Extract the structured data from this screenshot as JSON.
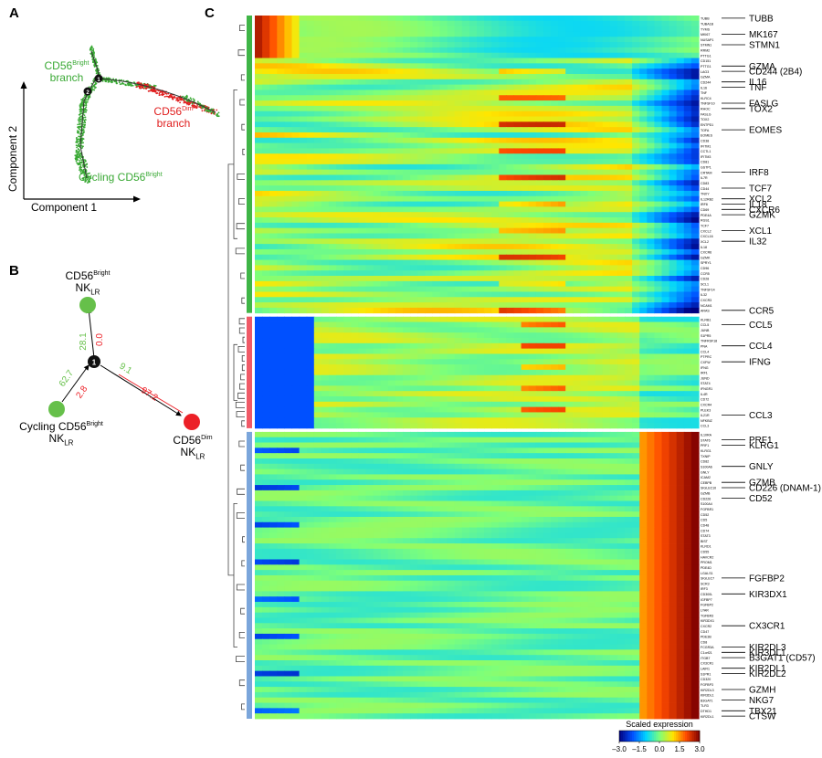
{
  "panels": {
    "a": "A",
    "b": "B",
    "c": "C"
  },
  "panel_a": {
    "x_axis_label": "Component 1",
    "y_axis_label": "Component 2",
    "branch_bright_label": "CD56",
    "branch_bright_sup": "Bright",
    "branch_word": "branch",
    "branch_dim_label": "CD56",
    "branch_dim_sup": "Dim",
    "cycling_label": "Cycling CD56",
    "cycling_sup": "Bright",
    "node_1": "1",
    "node_2": "2",
    "colors": {
      "bright": "#3aa935",
      "dim": "#e02020"
    }
  },
  "panel_b": {
    "center_node": "1",
    "bright_name": "CD56",
    "bright_sup": "Bright",
    "cycling_name": "Cycling CD56",
    "cycling_sup": "Bright",
    "dim_name": "CD56",
    "dim_sup": "Dim",
    "nk_main": "NK",
    "nk_sub": "LR",
    "edges": {
      "center_to_bright": "28.1",
      "bright_to_center": "0.0",
      "cycling_to_center": "62.7",
      "center_to_cycling": "2.8",
      "center_to_dim": "9.1",
      "dim_edge_red": "97.2"
    },
    "colors": {
      "green": "#66c04a",
      "red": "#ec2027",
      "node": "#111111"
    }
  },
  "chart_data": {
    "type": "heatmap",
    "title": "",
    "xlabel": "",
    "ylabel": "",
    "colorbar": {
      "label": "Scaled expression",
      "ticks": [
        "–3.0",
        "–1.5",
        "0.0",
        "1.5",
        "3.0"
      ],
      "range": [
        -3.0,
        3.0
      ],
      "colormap": [
        "#00007f",
        "#0050ff",
        "#00d4ff",
        "#7dff7a",
        "#ffe600",
        "#ff4a00",
        "#7f0000"
      ]
    },
    "cluster_colors": [
      "#3fb547",
      "#f05a67",
      "#7ba6db"
    ],
    "cluster_row_counts": [
      56,
      21,
      54
    ],
    "labeled_genes": [
      {
        "gene": "TUBB",
        "cluster": 0,
        "row": 0
      },
      {
        "gene": "MK167",
        "cluster": 0,
        "row": 3
      },
      {
        "gene": "STMN1",
        "cluster": 0,
        "row": 5
      },
      {
        "gene": "GZMA",
        "cluster": 0,
        "row": 9
      },
      {
        "gene": "CD244 (2B4)",
        "cluster": 0,
        "row": 10
      },
      {
        "gene": "IL16",
        "cluster": 0,
        "row": 12
      },
      {
        "gene": "TNF",
        "cluster": 0,
        "row": 13
      },
      {
        "gene": "FASLG",
        "cluster": 0,
        "row": 16
      },
      {
        "gene": "TOX2",
        "cluster": 0,
        "row": 17
      },
      {
        "gene": "EOMES",
        "cluster": 0,
        "row": 21
      },
      {
        "gene": "IRF8",
        "cluster": 0,
        "row": 29
      },
      {
        "gene": "TCF7",
        "cluster": 0,
        "row": 32
      },
      {
        "gene": "XCL2",
        "cluster": 0,
        "row": 34
      },
      {
        "gene": "IL18",
        "cluster": 0,
        "row": 35
      },
      {
        "gene": "CXCR6",
        "cluster": 0,
        "row": 36
      },
      {
        "gene": "GZMK",
        "cluster": 0,
        "row": 37
      },
      {
        "gene": "XCL1",
        "cluster": 0,
        "row": 40
      },
      {
        "gene": "IL32",
        "cluster": 0,
        "row": 42
      },
      {
        "gene": "CCR5",
        "cluster": 0,
        "row": 55
      },
      {
        "gene": "CCL5",
        "cluster": 1,
        "row": 1
      },
      {
        "gene": "CCL4",
        "cluster": 1,
        "row": 5
      },
      {
        "gene": "IFNG",
        "cluster": 1,
        "row": 8
      },
      {
        "gene": "CCL3",
        "cluster": 1,
        "row": 18
      },
      {
        "gene": "PRF1",
        "cluster": 2,
        "row": 1
      },
      {
        "gene": "KLRG1",
        "cluster": 2,
        "row": 2
      },
      {
        "gene": "GNLY",
        "cluster": 2,
        "row": 6
      },
      {
        "gene": "GZMB",
        "cluster": 2,
        "row": 9
      },
      {
        "gene": "CD226 (DNAM-1)",
        "cluster": 2,
        "row": 10
      },
      {
        "gene": "CD52",
        "cluster": 2,
        "row": 12
      },
      {
        "gene": "FGFBP2",
        "cluster": 2,
        "row": 27
      },
      {
        "gene": "KIR3DX1",
        "cluster": 2,
        "row": 30
      },
      {
        "gene": "CX3CR1",
        "cluster": 2,
        "row": 36
      },
      {
        "gene": "KIR2DL3",
        "cluster": 2,
        "row": 40
      },
      {
        "gene": "KIR3DL1",
        "cluster": 2,
        "row": 41
      },
      {
        "gene": "B3GAT1 (CD57)",
        "cluster": 2,
        "row": 42
      },
      {
        "gene": "KIR2DL1",
        "cluster": 2,
        "row": 44
      },
      {
        "gene": "KIR2DL2",
        "cluster": 2,
        "row": 45
      },
      {
        "gene": "GZMH",
        "cluster": 2,
        "row": 48
      },
      {
        "gene": "NKG7",
        "cluster": 2,
        "row": 50
      },
      {
        "gene": "TBX21",
        "cluster": 2,
        "row": 52
      },
      {
        "gene": "CTSW",
        "cluster": 2,
        "row": 53
      }
    ],
    "small_row_labels": [
      [
        "TUBB",
        "TUBA1B",
        "TYMS",
        "MKI67",
        "NUSAP1",
        "STMN1",
        "RRM2",
        "PTTG1",
        "CD151",
        "PTTG1",
        "LAG3",
        "GZMA",
        "CD244",
        "IL16",
        "TNF",
        "KLRC4",
        "TNFSF10",
        "RHOC",
        "FASLG",
        "TOX2",
        "ENTPD1",
        "TOFA",
        "EOMES",
        "CD38",
        "IFITM1",
        "CCTL1",
        "IFITM3",
        "CD81",
        "GSTP1",
        "CRTAM",
        "IL7R",
        "CD83",
        "CD44",
        "TNXY",
        "IL12RB2",
        "IRF8",
        "CD69",
        "PDE4A",
        "RGS1",
        "TCF7",
        "CXCL2",
        "CXCL16",
        "XCL2",
        "IL18",
        "CXCR6",
        "GZMK",
        "SPRY1",
        "CD96",
        "CCR5",
        "CD28",
        "SCL1",
        "TNFSF14",
        "IL32",
        "CXCR3",
        "NCAM1",
        "ARAS"
      ],
      [
        "KLRB1",
        "CCL5",
        "JUNB",
        "S1PR5",
        "TNFRSF18",
        "PNA",
        "CCL4",
        "PTPRC",
        "CXFW",
        "IFNG",
        "IRF1",
        "JUND",
        "STAT4",
        "IFNGR1",
        "IL4R",
        "CD72",
        "CXCR4",
        "PLEK3",
        "IL21R",
        "NFKBIZ",
        "CCL3"
      ],
      [
        "IL10RA",
        "STAT6",
        "PRF1",
        "KLRG1",
        "TXNIP",
        "CD82",
        "S100A6",
        "GNLY",
        "ICAM2",
        "CEBPB",
        "SIGLEC10",
        "GZMB",
        "CD226",
        "S100A4",
        "FGFBR1",
        "CD52",
        "CD5",
        "CD48",
        "CD74",
        "STAT3",
        "BIST",
        "KLRD1",
        "CD55",
        "HAVCR2",
        "PROM1",
        "PDE4D",
        "LGALS1",
        "SIGLEC7",
        "SCR3",
        "IRF3",
        "CD300L",
        "IGFBP7",
        "FGFBP2",
        "LYAR",
        "TGFBR3",
        "KIR3DX1",
        "CXCR2",
        "CD47",
        "PDE3B",
        "CD8",
        "FCGR3A",
        "C1orf21",
        "ITGB7",
        "CX3CR1",
        "LAIR1",
        "S1PR1",
        "CD320",
        "FGFBP3",
        "KIR2DL3",
        "KIR3DL1",
        "B3GAT1",
        "TLR3",
        "DTHD1",
        "KIR2DL1"
      ]
    ]
  }
}
